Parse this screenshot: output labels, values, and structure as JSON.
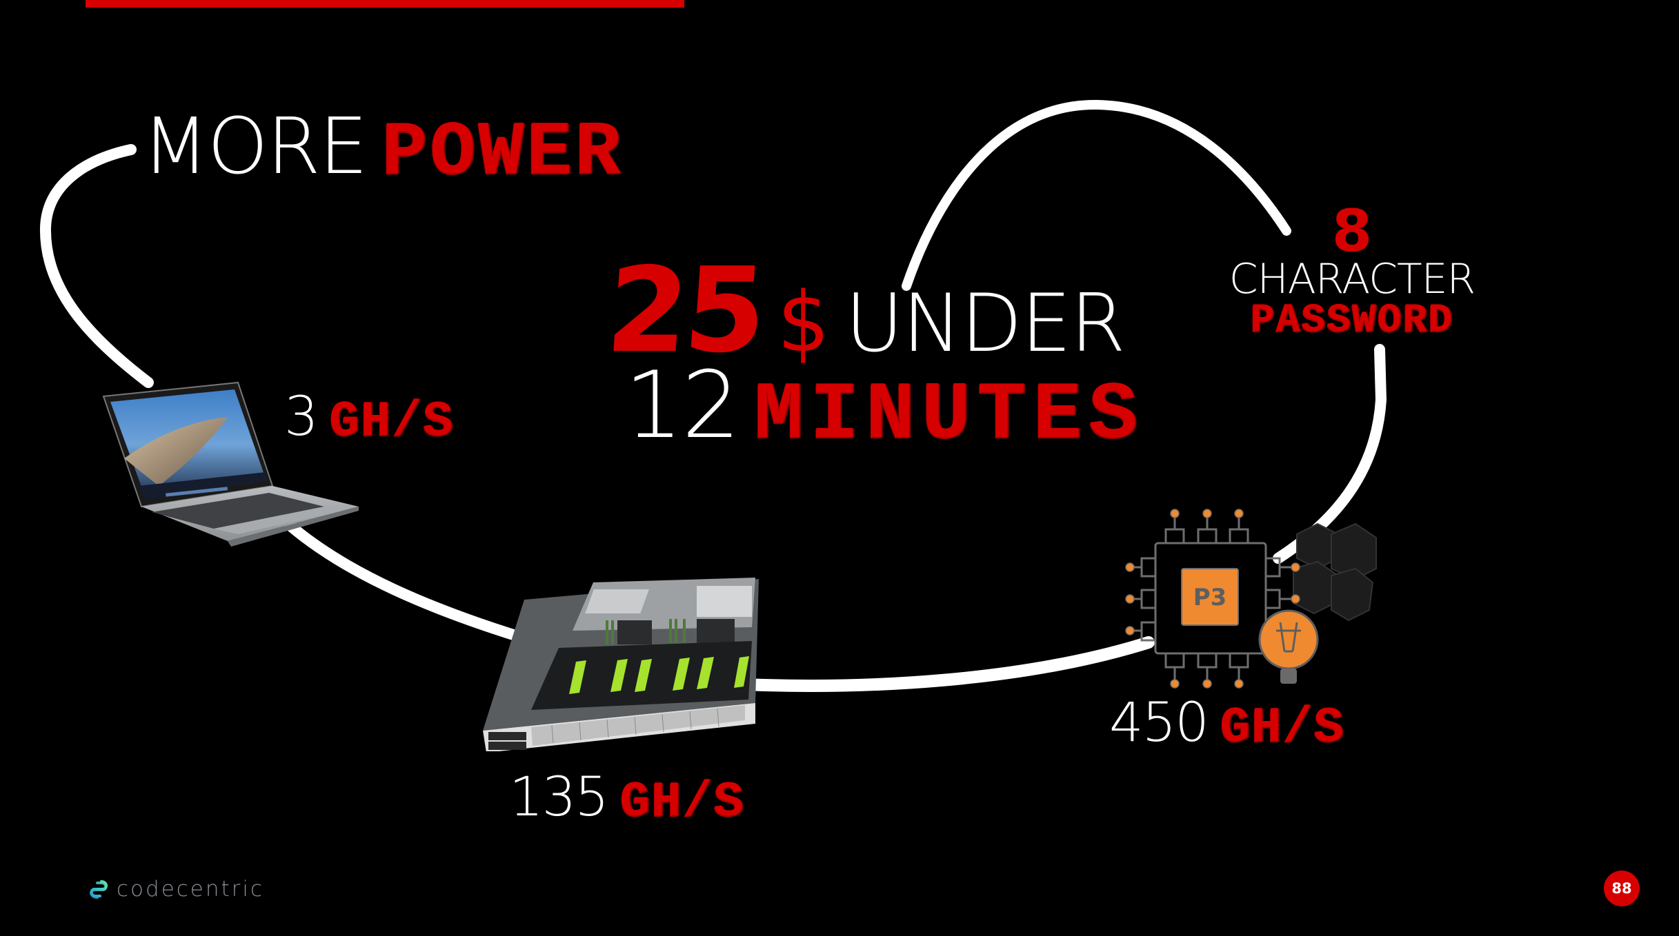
{
  "slide": {
    "accent_color": "#d70000",
    "background_color": "#000000"
  },
  "headline": {
    "more_word": "MORE",
    "power_word": "POWER"
  },
  "cost": {
    "amount": "25",
    "currency": "$",
    "under_word": "UNDER",
    "time_value": "12",
    "time_unit": "MINUTES"
  },
  "password": {
    "length": "8",
    "character_word": "CHARACTER",
    "password_word": "PASSWORD"
  },
  "devices": [
    {
      "name": "laptop",
      "icon": "laptop-icon",
      "speed_value": "3",
      "speed_unit": "GH/S"
    },
    {
      "name": "gpu-server",
      "icon": "server-icon",
      "speed_value": "135",
      "speed_unit": "GH/S"
    },
    {
      "name": "aws-p3",
      "icon": "chip-icon",
      "chip_label": "P3",
      "speed_value": "450",
      "speed_unit": "GH/S"
    }
  ],
  "footer": {
    "logo_text": "codecentric",
    "page_number": "88"
  }
}
